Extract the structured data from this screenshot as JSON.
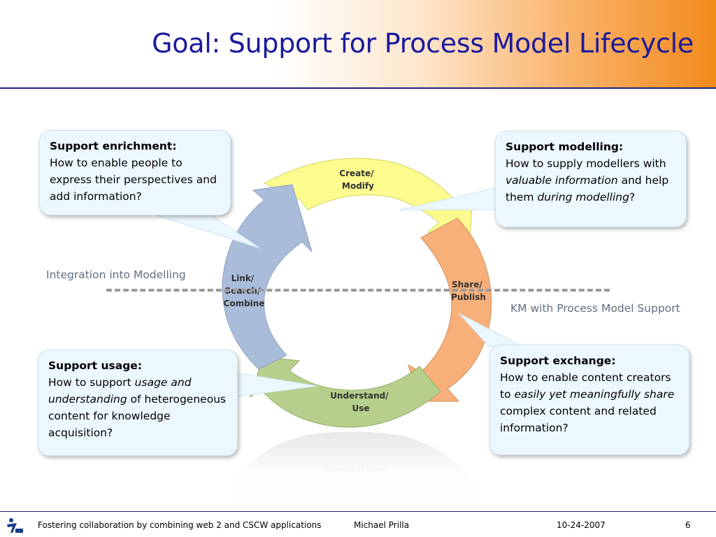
{
  "slide": {
    "title": "Goal: Support for Process Model Lifecycle"
  },
  "cycle": {
    "stages": {
      "create": [
        "Create/",
        "Modify"
      ],
      "share": [
        "Share/",
        "Publish"
      ],
      "understand": [
        "Understand/",
        "Use"
      ],
      "link": [
        "Link/",
        "Search/",
        "Combine"
      ]
    },
    "colors": {
      "create": "#fbfb8e",
      "share": "#f8b07a",
      "understand": "#b6cf8c",
      "link": "#a9bcd9"
    }
  },
  "divider": {
    "left_label": "Integration into Modelling",
    "right_label": "KM with Process Model Support"
  },
  "callouts": {
    "enrichment": {
      "heading": "Support enrichment:",
      "body": "How to enable people to express their perspectives and add information?"
    },
    "modelling": {
      "heading": "Support modelling:",
      "t1": "How to supply modellers with ",
      "i1": "valuable information",
      "t2": " and help them ",
      "i2": "during modelling",
      "t3": "?"
    },
    "usage": {
      "heading": "Support usage:",
      "t1": "How to support ",
      "i1": "usage and understanding",
      "t2": " of heterogeneous content for knowledge acquisition?"
    },
    "exchange": {
      "heading": "Support exchange:",
      "t1": "How to enable content creators to ",
      "i1": "easily yet meaningfully share",
      "t2": " complex content and related information?"
    }
  },
  "footer": {
    "presentation": "Fostering collaboration by combining web 2 and CSCW applications",
    "author": "Michael Prilla",
    "date": "10-24-2007",
    "page": "6"
  }
}
